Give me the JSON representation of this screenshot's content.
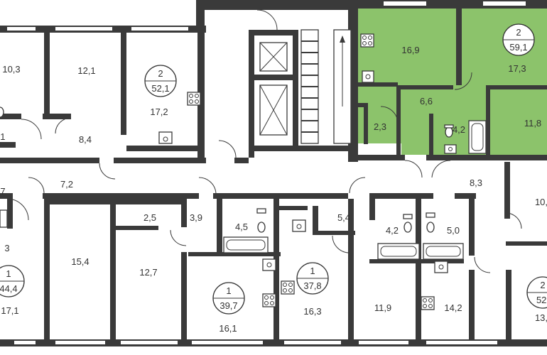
{
  "highlight_color": "#8cc36b",
  "wall_color": "#3a3a3a",
  "rooms": [
    {
      "id": "r1",
      "label": "10,3"
    },
    {
      "id": "r2",
      "label": "12,1"
    },
    {
      "id": "r3",
      "label": "17,2"
    },
    {
      "id": "r4",
      "label": ",1"
    },
    {
      "id": "r5",
      "label": "8,4"
    },
    {
      "id": "r6",
      "label": "16,9"
    },
    {
      "id": "r7",
      "label": "17,3"
    },
    {
      "id": "r8",
      "label": "6,6"
    },
    {
      "id": "r9",
      "label": "2,3"
    },
    {
      "id": "r10",
      "label": "4,2"
    },
    {
      "id": "r11",
      "label": "11,8"
    },
    {
      "id": "r12",
      "label": "7,2"
    },
    {
      "id": "r13",
      "label": "7"
    },
    {
      "id": "r14",
      "label": "8,3"
    },
    {
      "id": "r15",
      "label": "10,"
    },
    {
      "id": "r16",
      "label": "2,5"
    },
    {
      "id": "r17",
      "label": "3,9"
    },
    {
      "id": "r18",
      "label": "4,5"
    },
    {
      "id": "r19",
      "label": "5,4"
    },
    {
      "id": "r20",
      "label": "4,2"
    },
    {
      "id": "r21",
      "label": "5,0"
    },
    {
      "id": "r22",
      "label": "15,4"
    },
    {
      "id": "r23",
      "label": "12,7"
    },
    {
      "id": "r24",
      "label": "16,3"
    },
    {
      "id": "r25",
      "label": "11,9"
    },
    {
      "id": "r26",
      "label": "14,2"
    },
    {
      "id": "r27",
      "label": "16,1"
    },
    {
      "id": "r28",
      "label": "17,1"
    },
    {
      "id": "r29",
      "label": "13,"
    },
    {
      "id": "r30",
      "label": "3"
    }
  ],
  "apartments": [
    {
      "id": "a1",
      "rooms": "2",
      "area": "52,1"
    },
    {
      "id": "a2",
      "rooms": "2",
      "area": "59,1"
    },
    {
      "id": "a3",
      "rooms": "1",
      "area": "44,4"
    },
    {
      "id": "a4",
      "rooms": "1",
      "area": "39,7"
    },
    {
      "id": "a5",
      "rooms": "1",
      "area": "37,8"
    },
    {
      "id": "a6",
      "rooms": "2",
      "area": "52,"
    }
  ]
}
